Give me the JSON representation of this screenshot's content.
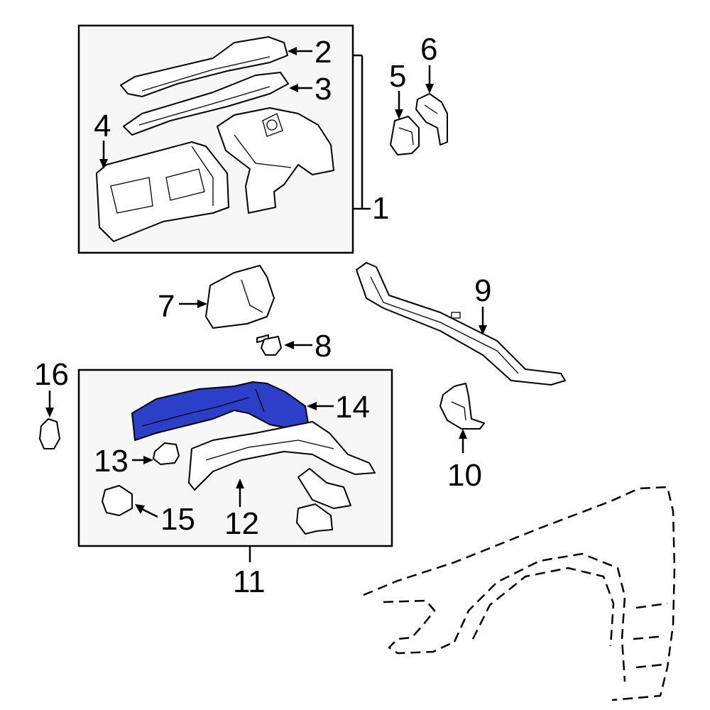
{
  "callouts": {
    "c1": "1",
    "c2": "2",
    "c3": "3",
    "c4": "4",
    "c5": "5",
    "c6": "6",
    "c7": "7",
    "c8": "8",
    "c9": "9",
    "c10": "10",
    "c11": "11",
    "c12": "12",
    "c13": "13",
    "c14": "14",
    "c15": "15",
    "c16": "16"
  },
  "colors": {
    "highlight": "#2b3fc9",
    "box_fill": "#f7f7f7",
    "line": "#000000"
  },
  "highlighted_part": "14"
}
